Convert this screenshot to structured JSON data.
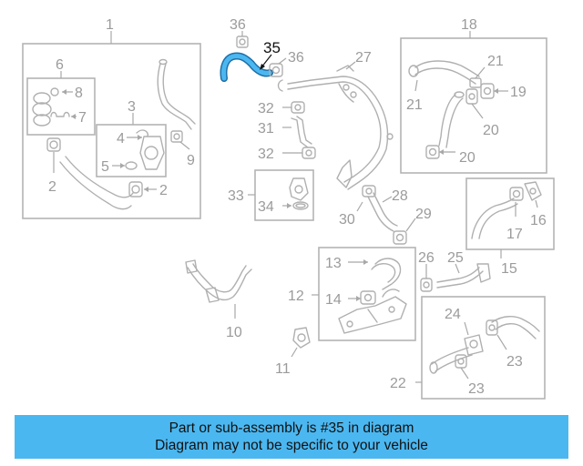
{
  "callouts": {
    "c1": "1",
    "c2a": "2",
    "c2b": "2",
    "c3": "3",
    "c4": "4",
    "c5": "5",
    "c6": "6",
    "c7": "7",
    "c8": "8",
    "c9": "9",
    "c10": "10",
    "c11": "11",
    "c12": "12",
    "c13": "13",
    "c14": "14",
    "c15": "15",
    "c16": "16",
    "c17": "17",
    "c18": "18",
    "c19": "19",
    "c20a": "20",
    "c20b": "20",
    "c21a": "21",
    "c21b": "21",
    "c22": "22",
    "c23a": "23",
    "c23b": "23",
    "c24": "24",
    "c25": "25",
    "c26": "26",
    "c27": "27",
    "c28": "28",
    "c29": "29",
    "c30": "30",
    "c31": "31",
    "c32a": "32",
    "c32b": "32",
    "c33": "33",
    "c34": "34",
    "c35": "35",
    "c36a": "36",
    "c36b": "36"
  },
  "highlight": {
    "part_number": "35",
    "color": "#4bb7f0"
  },
  "banner": {
    "line1": "Part or sub-assembly is #35 in diagram",
    "line2": "Diagram may not be specific to your vehicle",
    "background": "#4bb7f0"
  }
}
